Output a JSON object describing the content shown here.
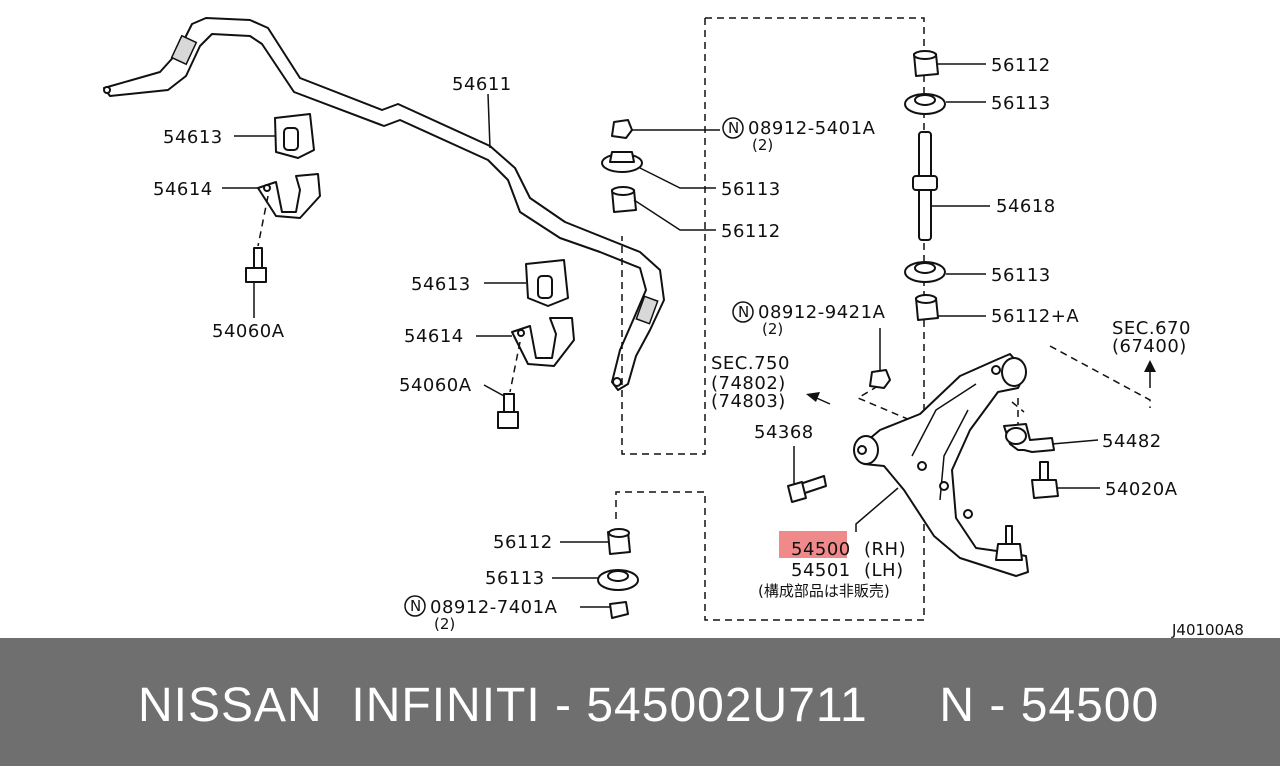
{
  "footer": {
    "title": "NISSAN  INFINITI - 545002U711     N - 54500"
  },
  "diagram": {
    "highlight_color": "#f08a8a",
    "footer_color": "#6f6f6f",
    "labels": {
      "p54611": "54611",
      "p54613_a": "54613",
      "p54614_a": "54614",
      "p54060A_a": "54060A",
      "p54613_b": "54613",
      "p54614_b": "54614",
      "p54060A_b": "54060A",
      "n08912_5401A": "08912-5401A",
      "n08912_5401A_qty": "(2)",
      "p56113_a": "56113",
      "p56112_a": "56112",
      "p56112_top": "56112",
      "p56113_top": "56113",
      "p54618": "54618",
      "p56113_c": "56113",
      "p56112_plus": "56112+A",
      "n08912_9421A": "08912-9421A",
      "n08912_9421A_qty": "(2)",
      "sec670": "SEC.670",
      "sec670_ref": "(67400)",
      "sec750": "SEC.750",
      "sec750_ref1": "(74802)",
      "sec750_ref2": "(74803)",
      "p54368": "54368",
      "p54482": "54482",
      "p54020A": "54020A",
      "p54500": "54500",
      "p54500_side": "(RH)",
      "p54501": "54501",
      "p54501_side": "(LH)",
      "note_jp": "(構成部品は非販売)",
      "p56112_b": "56112",
      "p56113_b": "56113",
      "n08912_7401A": "08912-7401A",
      "n08912_7401A_qty": "(2)",
      "diagram_code": "J40100A8",
      "n_symbol": "N"
    }
  }
}
